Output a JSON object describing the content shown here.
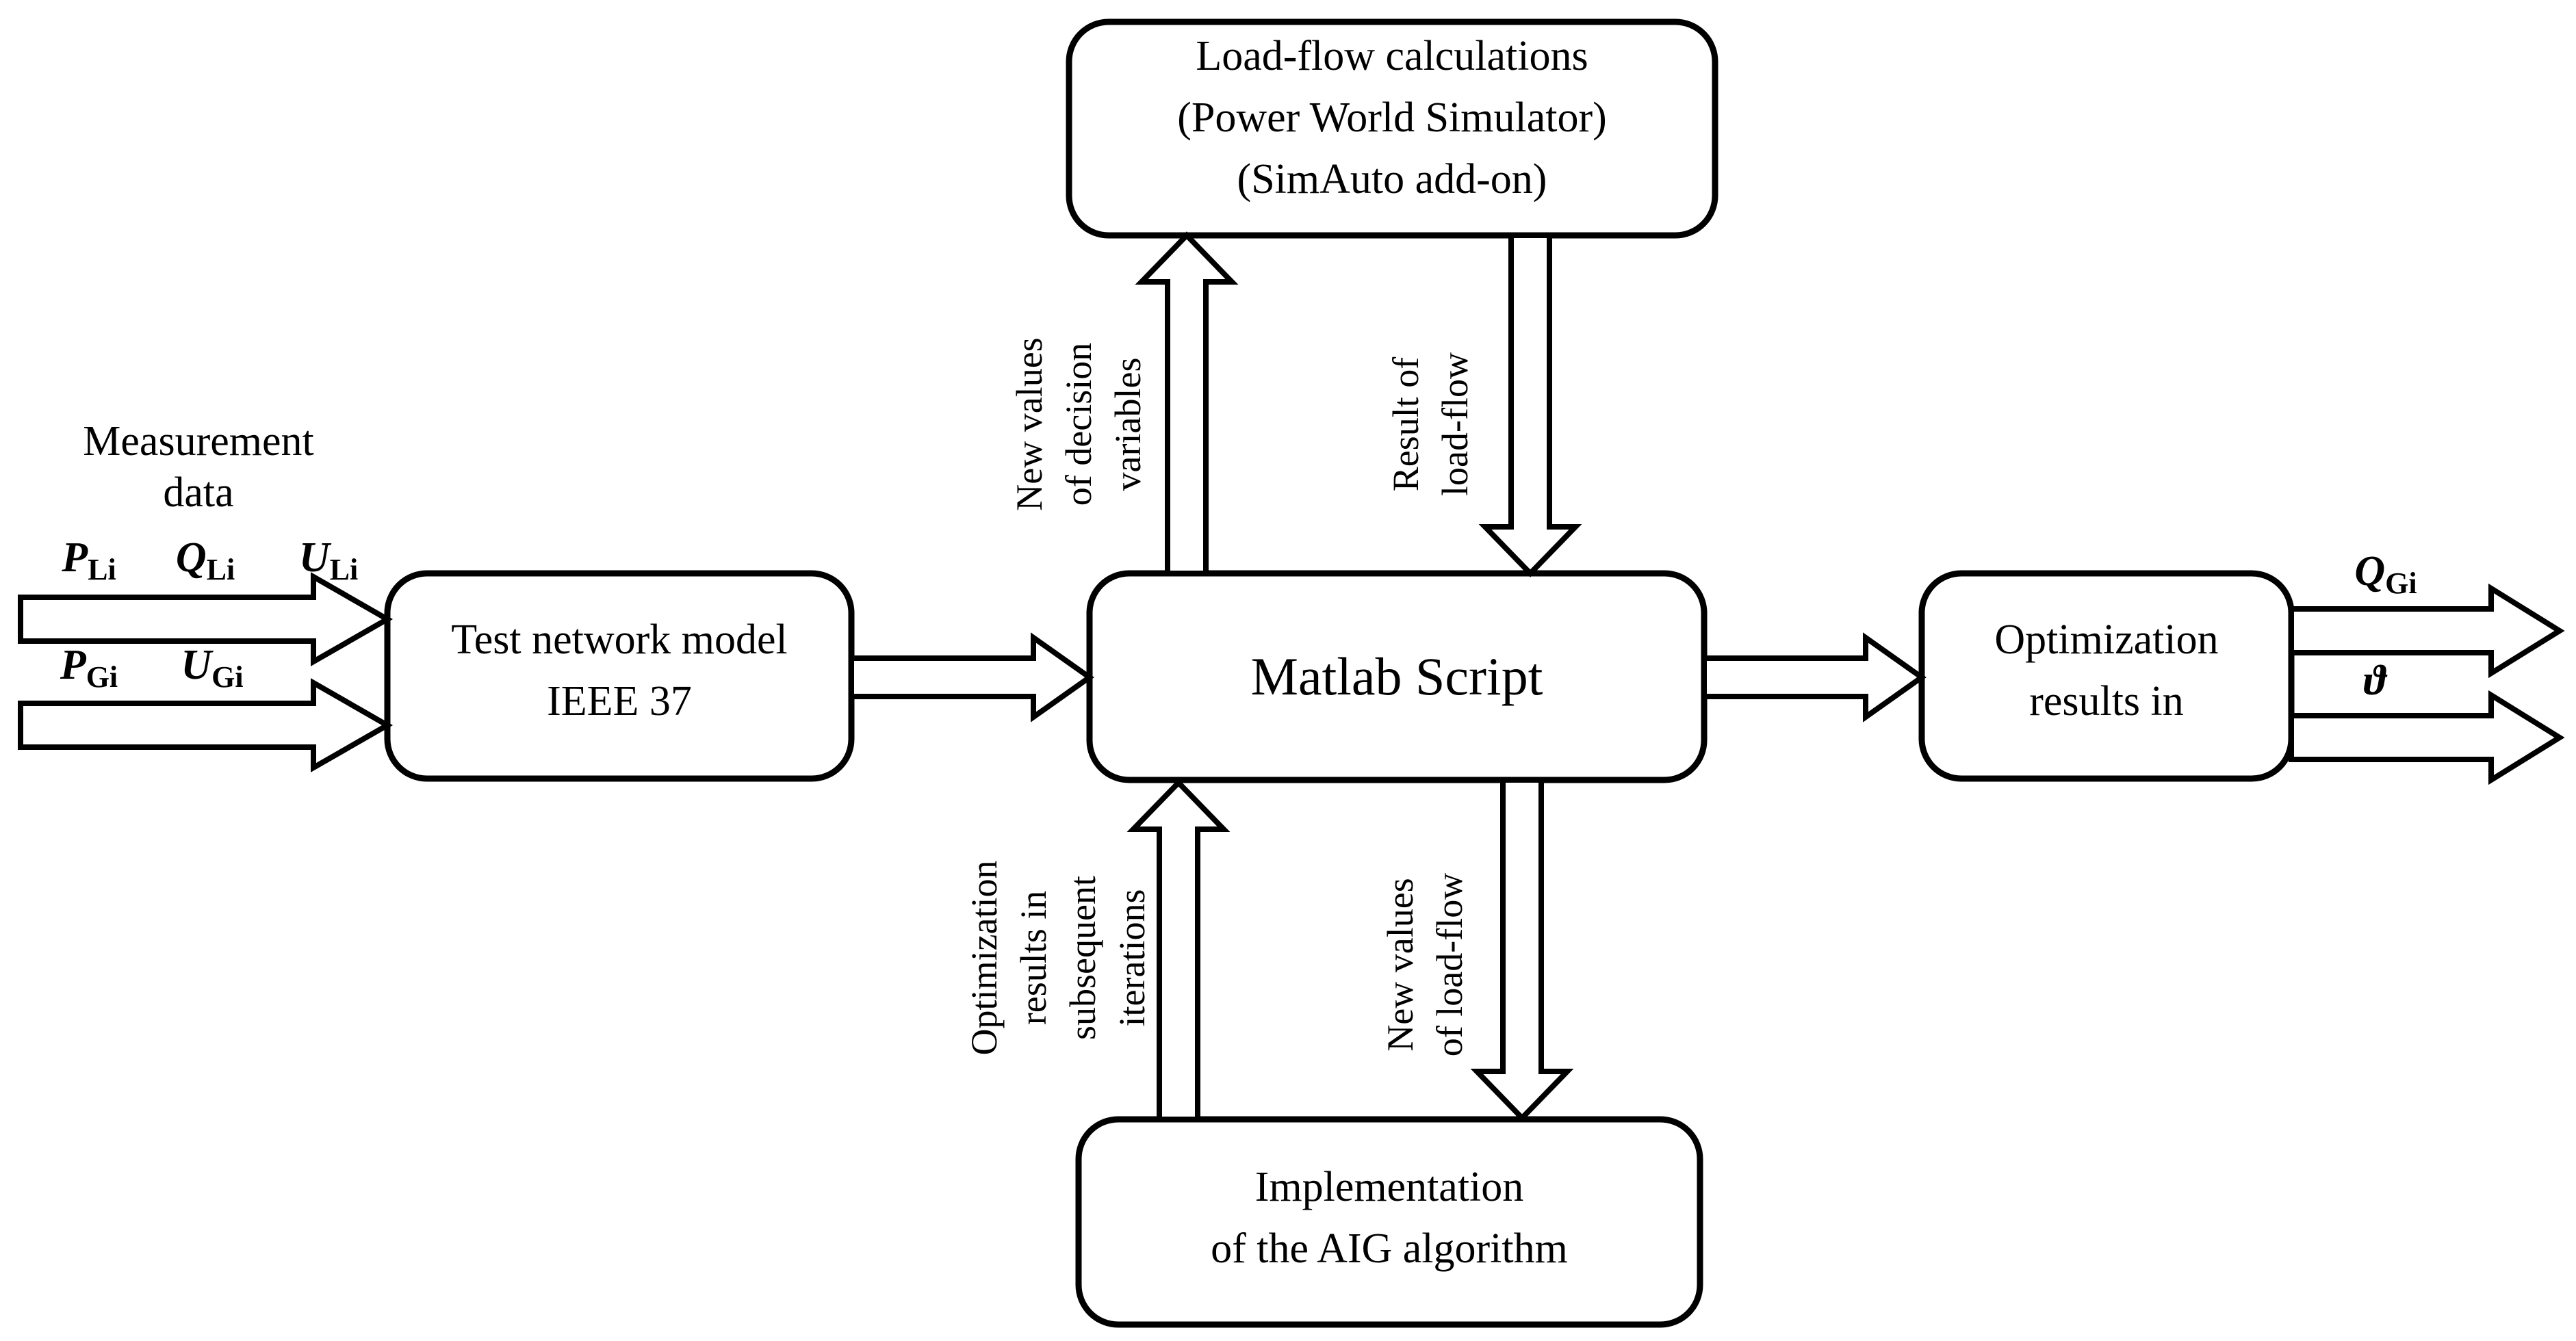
{
  "diagram": {
    "title": "Optimization workflow block diagram",
    "stroke_color": "#000000",
    "fill_color": "#ffffff",
    "boxes": [
      {
        "id": "load-flow",
        "lines": [
          "Load-flow calculations",
          "(Power World Simulator)",
          "(SimAuto add-on)"
        ]
      },
      {
        "id": "test-network",
        "lines": [
          "Test network model",
          "IEEE 37"
        ]
      },
      {
        "id": "matlab-script",
        "lines": [
          "Matlab Script"
        ]
      },
      {
        "id": "optimization-results",
        "lines": [
          "Optimization results"
        ]
      },
      {
        "id": "aig-implementation",
        "lines": [
          "Implementation",
          "of the AIG algorithm"
        ]
      }
    ],
    "input_header": {
      "line1": "Measurement",
      "line2": "data"
    },
    "inputs": [
      {
        "id": "input-load",
        "symbols": [
          {
            "base": "P",
            "sub": "Li"
          },
          {
            "base": "Q",
            "sub": "Li"
          },
          {
            "base": "U",
            "sub": "Li"
          }
        ]
      },
      {
        "id": "input-gen",
        "symbols": [
          {
            "base": "P",
            "sub": "Gi"
          },
          {
            "base": "U",
            "sub": "Gi"
          }
        ]
      }
    ],
    "outputs": [
      {
        "id": "output-qgi",
        "base": "Q",
        "sub": "Gi"
      },
      {
        "id": "output-theta",
        "base": "ϑ",
        "sub": ""
      }
    ],
    "flow_labels": [
      {
        "id": "new-values-decision-variables",
        "lines": [
          "New values",
          "of decision",
          "variables"
        ]
      },
      {
        "id": "result-of-load-flow",
        "lines": [
          "Result of",
          "load-flow"
        ]
      },
      {
        "id": "optimization-results-in-subsequent-iterations",
        "lines": [
          "Optimization",
          "results in",
          "subsequent",
          "iterations"
        ]
      },
      {
        "id": "new-values-of-load-flow",
        "lines": [
          "New values",
          "of load-flow"
        ]
      }
    ]
  }
}
